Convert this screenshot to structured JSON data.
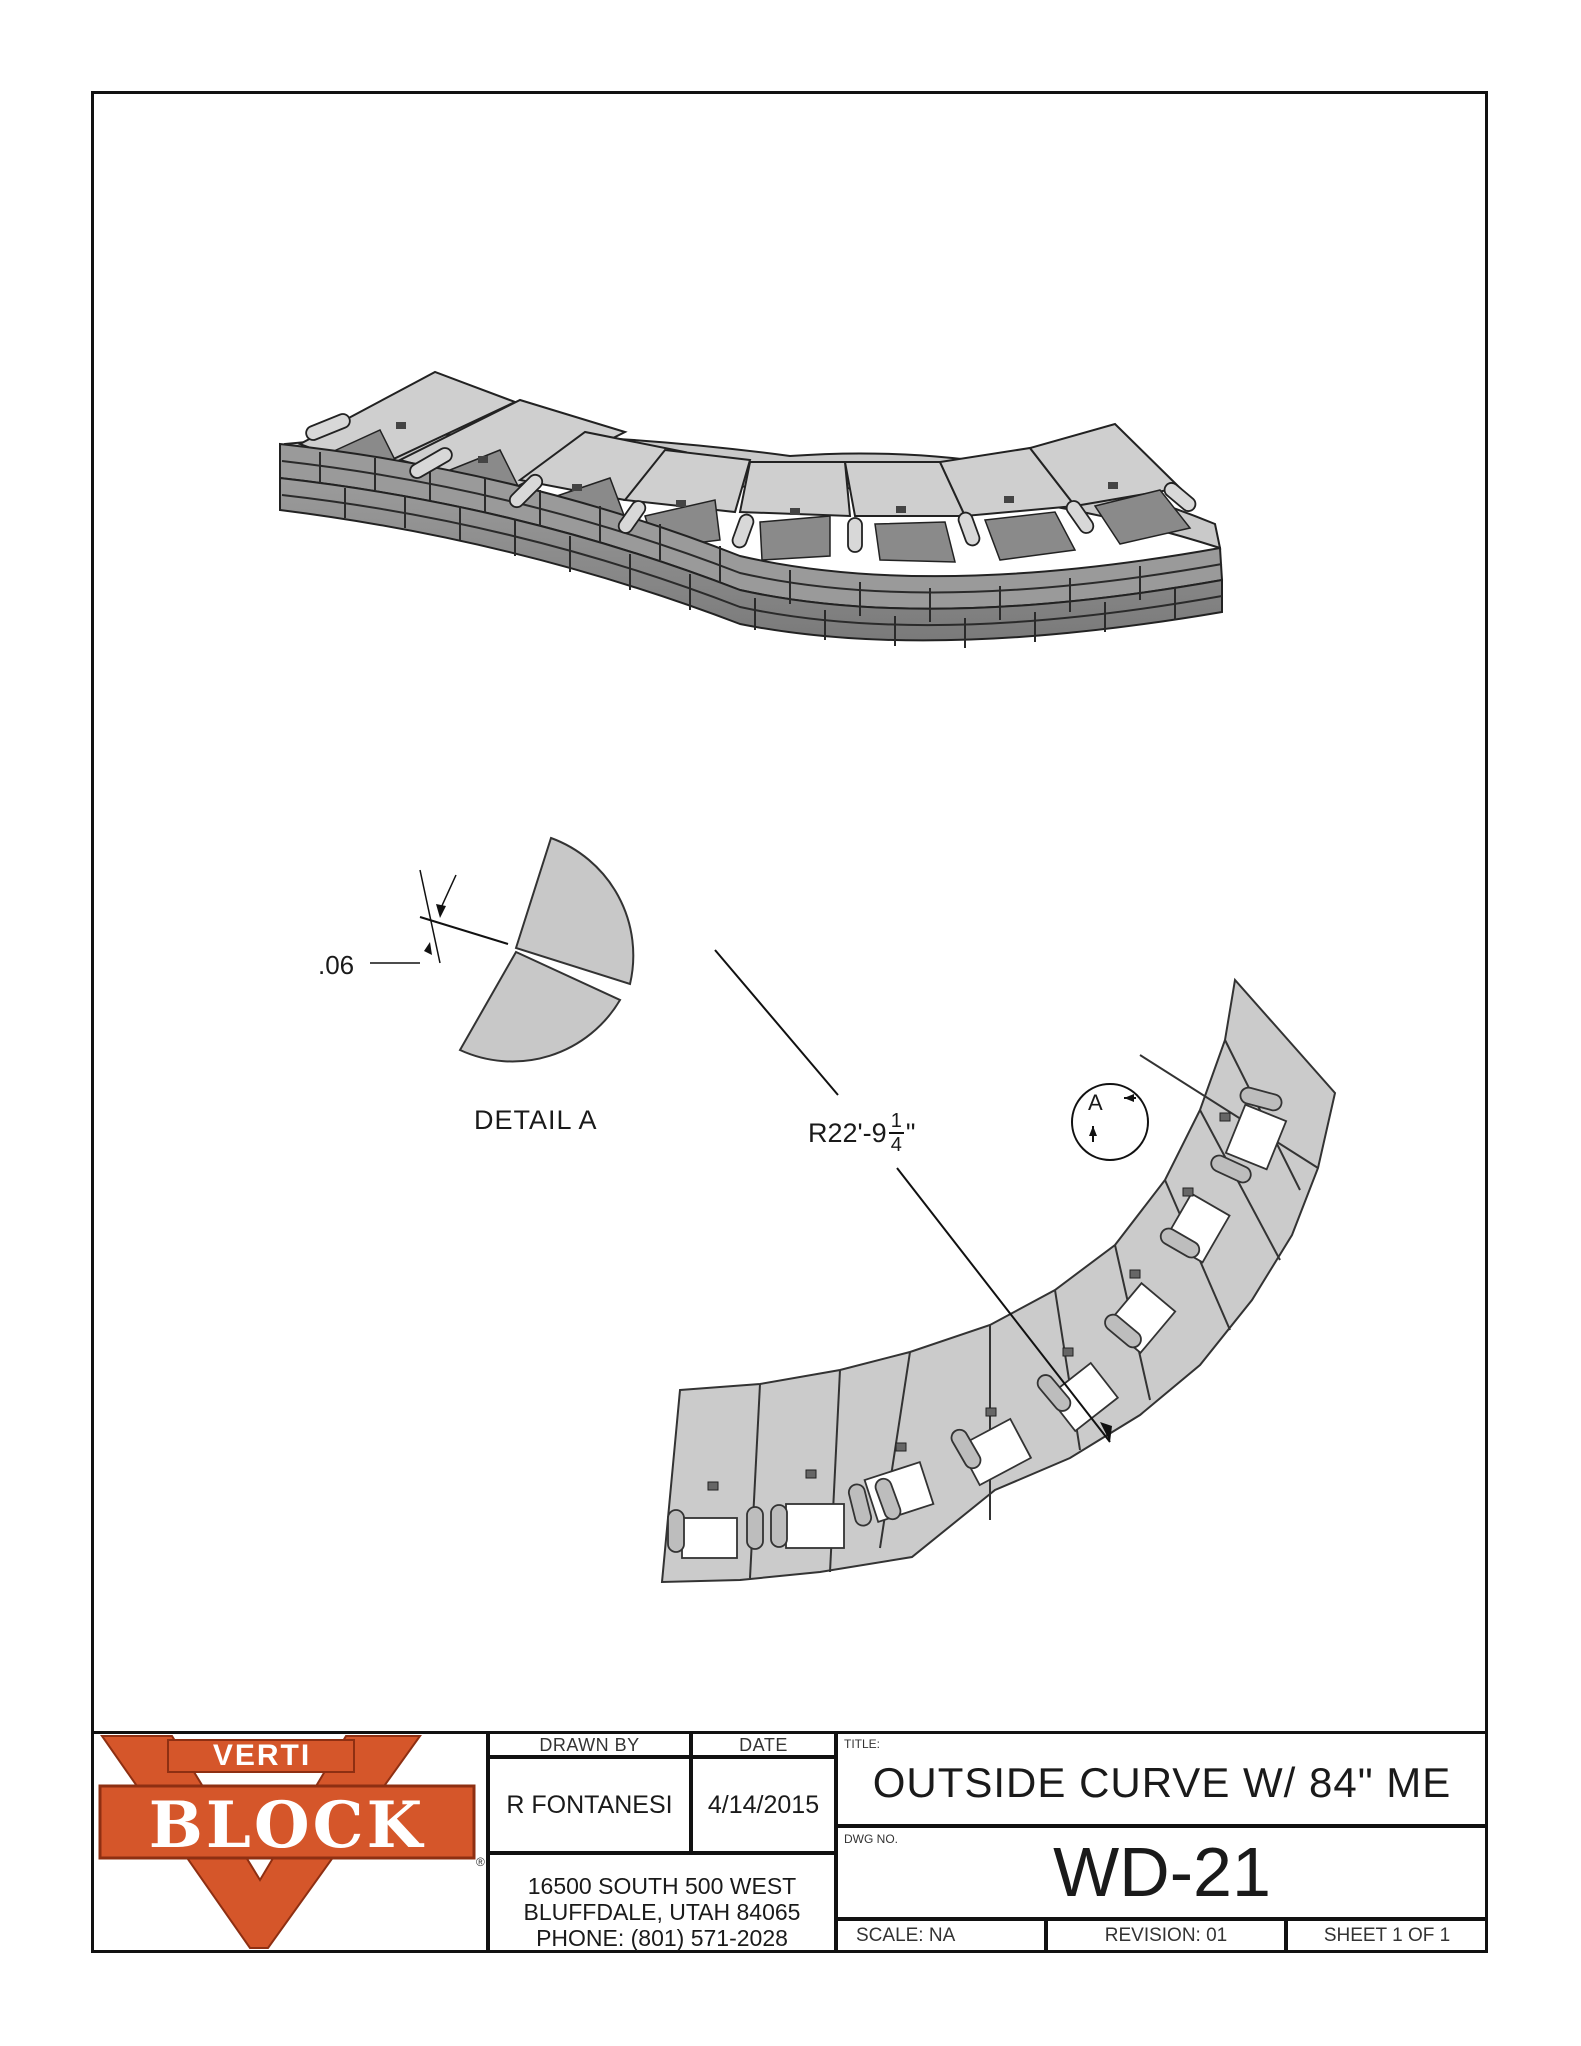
{
  "logo": {
    "word_top": "VERTI",
    "word_main": "BLOCK",
    "registered": "®",
    "colors": {
      "brand": "#d5562a",
      "brand_dark": "#8e2f12"
    }
  },
  "title_block": {
    "drawn_by_header": "DRAWN BY",
    "date_header": "DATE",
    "drawn_by": "R FONTANESI",
    "date": "4/14/2015",
    "address_line1": "16500 SOUTH 500 WEST",
    "address_line2": "BLUFFDALE, UTAH 84065",
    "address_line3": "PHONE: (801) 571-2028",
    "title_label": "TITLE:",
    "title": "OUTSIDE CURVE W/ 84\" ME",
    "dwg_label": "DWG NO.",
    "dwg_no": "WD-21",
    "scale": "SCALE: NA",
    "revision": "REVISION: 01",
    "sheet": "SHEET 1 OF 1"
  },
  "annotations": {
    "detail_dim": ".06",
    "detail_label": "DETAIL A",
    "radius_prefix": "R22'-9",
    "radius_frac_num": "1",
    "radius_frac_den": "4",
    "radius_suffix": "\"",
    "detail_marker": "A"
  }
}
